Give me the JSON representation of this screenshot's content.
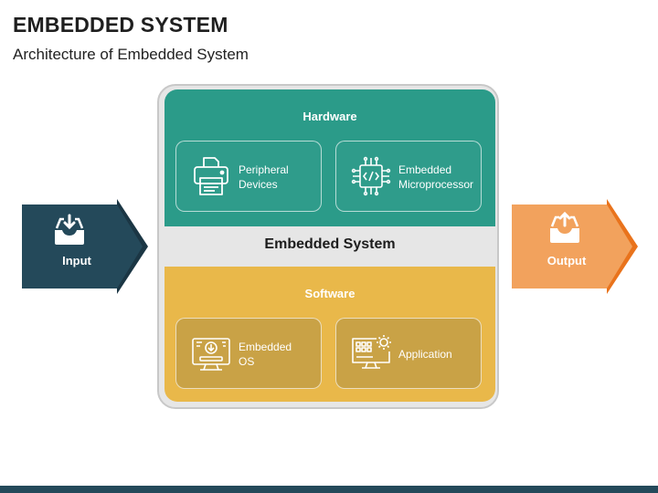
{
  "header": {
    "title": "EMBEDDED SYSTEM",
    "subtitle": "Architecture of Embedded System"
  },
  "input": {
    "label": "Input",
    "icon": "inbox-down-icon",
    "color": "#24495a"
  },
  "output": {
    "label": "Output",
    "icon": "inbox-up-icon",
    "color": "#f2a25d"
  },
  "center": {
    "label": "Embedded System"
  },
  "hardware": {
    "title": "Hardware",
    "color": "#2b9b89",
    "items": [
      {
        "line1": "Peripheral",
        "line2": "Devices",
        "icon": "printer-icon"
      },
      {
        "line1": "Embedded",
        "line2": "Microprocessor",
        "icon": "chip-code-icon"
      }
    ]
  },
  "software": {
    "title": "Software",
    "color": "#e9b84a",
    "items": [
      {
        "line1": "Embedded",
        "line2": "OS",
        "icon": "monitor-download-icon"
      },
      {
        "line1": "Application",
        "line2": "",
        "icon": "monitor-gear-icon"
      }
    ]
  }
}
